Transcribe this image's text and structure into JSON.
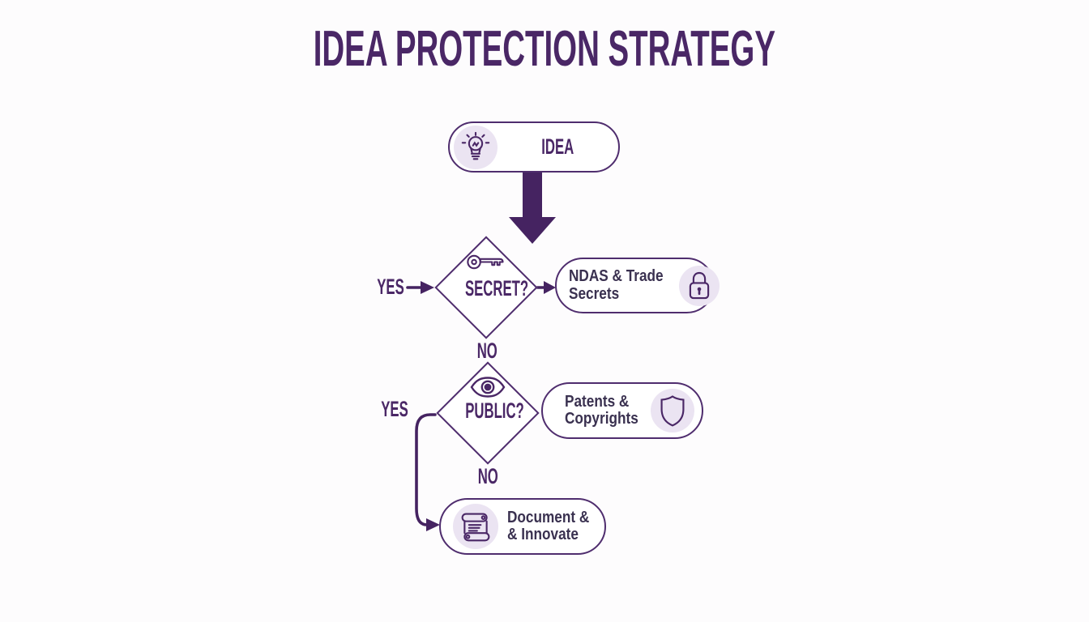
{
  "colors": {
    "accent": "#4a2766",
    "deep_purple": "#452361",
    "pill_text": "#3a3150",
    "lavender_circle": "#ebe4f2",
    "background": "#fdfcfd"
  },
  "title": "IDEA PROTECTION STRATEGY",
  "flow": {
    "start": {
      "label": "IDEA",
      "icon": "lightbulb-icon"
    },
    "decision_secret": {
      "label": "SECRET?",
      "icon": "key-icon",
      "yes_label": "YES",
      "no_label": "NO"
    },
    "outcome_ndas": {
      "line1": "NDAS & Trade",
      "line2": "Secrets",
      "icon": "lock-icon"
    },
    "decision_public": {
      "label": "PUBLIC?",
      "icon": "eye-icon",
      "yes_label": "YES",
      "no_label": "NO"
    },
    "outcome_patents": {
      "line1": "Patents &",
      "line2": "Copyrights",
      "icon": "shield-icon"
    },
    "outcome_document": {
      "line1": "Document &",
      "line2": "& Innovate",
      "icon": "scroll-icon"
    }
  }
}
